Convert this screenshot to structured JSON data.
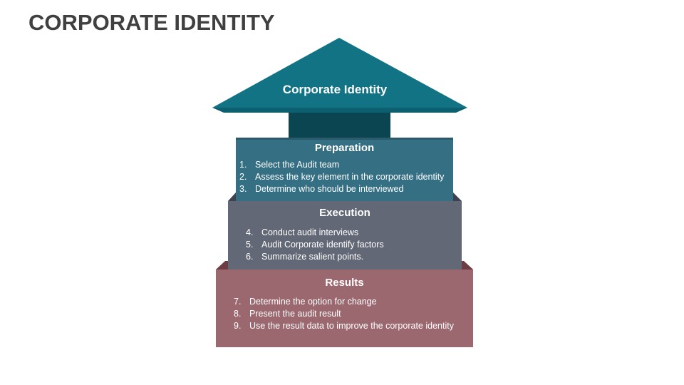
{
  "page": {
    "title": "CORPORATE IDENTITY"
  },
  "roof": {
    "label": "Corporate Identity"
  },
  "blocks": [
    {
      "title": "Preparation",
      "color": "#356f83",
      "items": [
        {
          "num": "1.",
          "text": "Select the Audit team"
        },
        {
          "num": "2.",
          "text": "Assess the key element in the corporate identity"
        },
        {
          "num": "3.",
          "text": "Determine who should be interviewed"
        }
      ]
    },
    {
      "title": "Execution",
      "color": "#636877",
      "items": [
        {
          "num": "4.",
          "text": "Conduct audit interviews"
        },
        {
          "num": "5.",
          "text": "Audit Corporate identify factors"
        },
        {
          "num": "6.",
          "text": "Summarize salient points."
        }
      ]
    },
    {
      "title": "Results",
      "color": "#9c6870",
      "items": [
        {
          "num": "7.",
          "text": "Determine the option for change"
        },
        {
          "num": "8.",
          "text": "Present the audit result"
        },
        {
          "num": "9.",
          "text": "Use the result data to improve the corporate identity"
        }
      ]
    }
  ],
  "colors": {
    "roof": "#127384",
    "roof_edge": "#0b5f6e",
    "chimney": "#0c4552",
    "title_text": "#404040"
  }
}
